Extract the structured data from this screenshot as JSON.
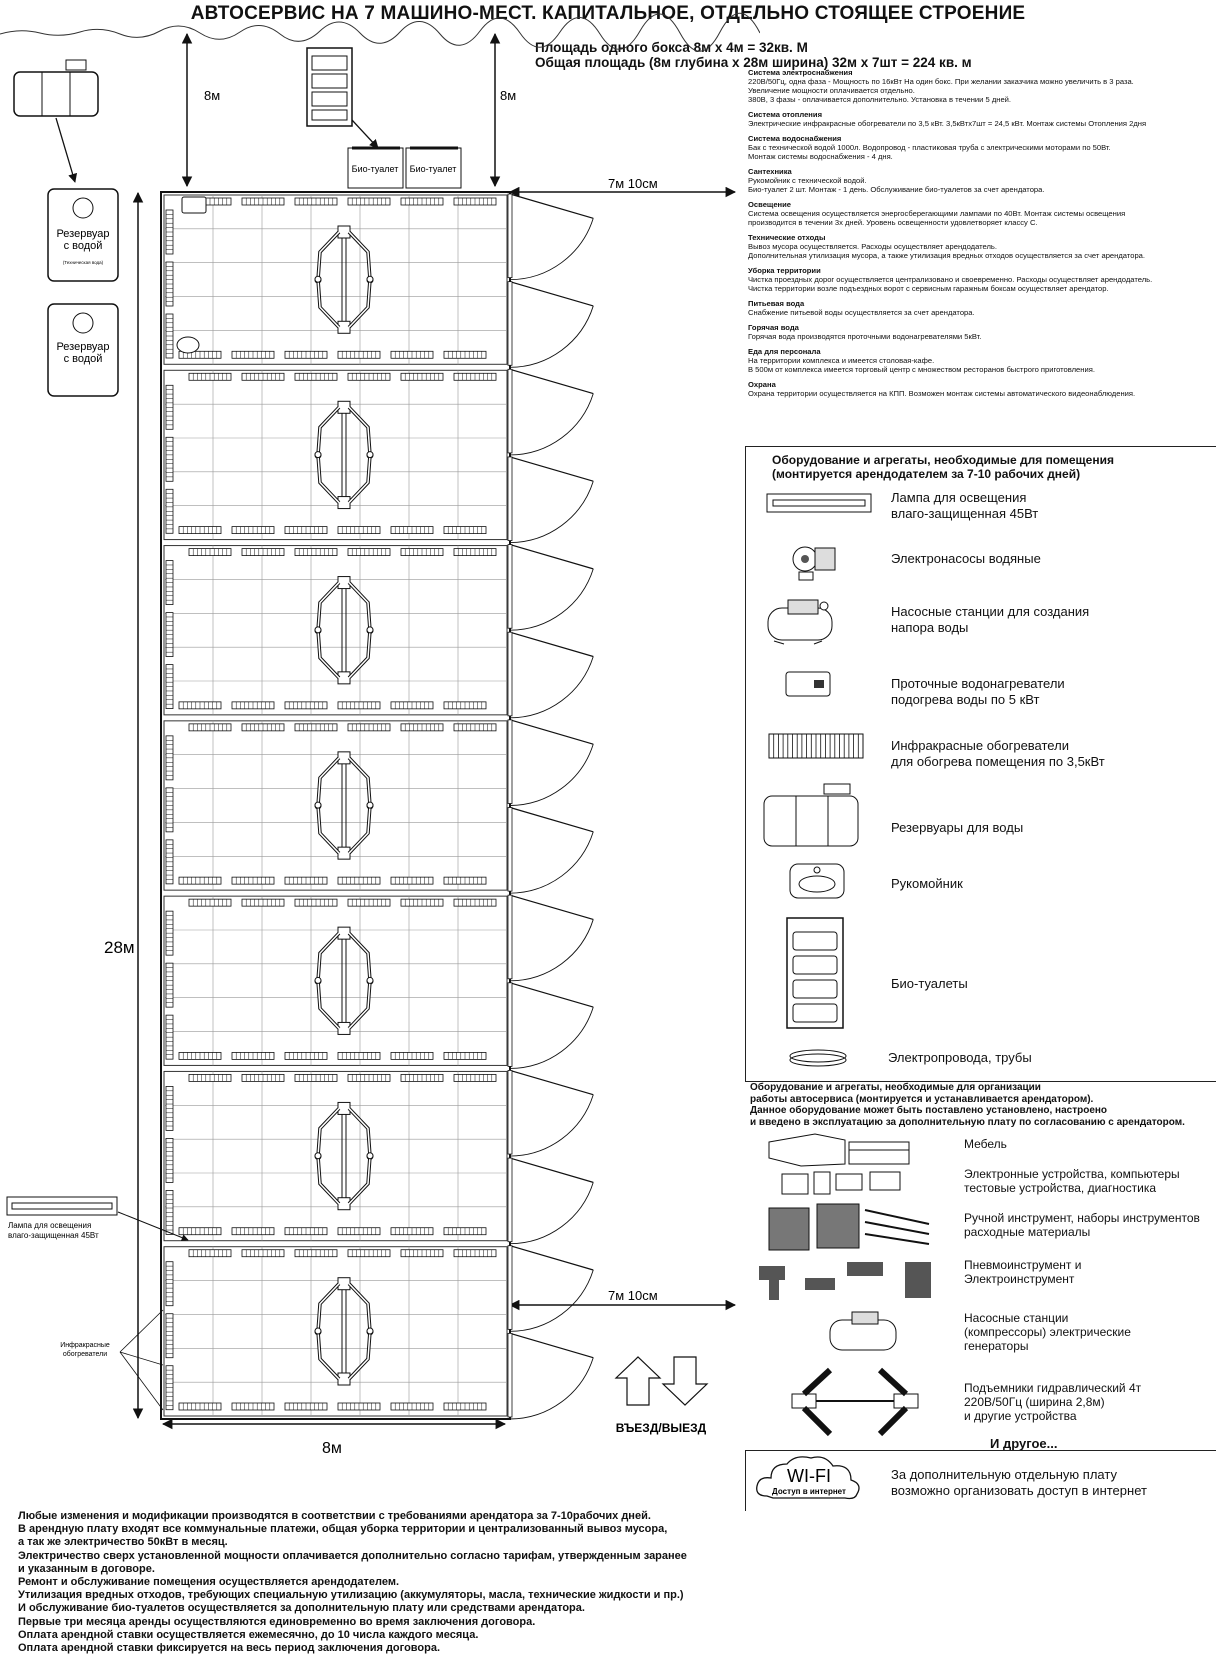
{
  "title": "АВТОСЕРВИС НА 7 МАШИНО-МЕСТ. КАПИТАЛЬНОЕ, ОТДЕЛЬНО СТОЯЩЕЕ СТРОЕНИЕ",
  "area": {
    "line1": "Площадь одного бокса 8м х 4м = 32кв. М",
    "line2": "Общая площадь (8м глубина х 28м ширина) 32м х 7шт = 224 кв. м"
  },
  "plan": {
    "dim_top_left": "8м",
    "dim_top_right": "8м",
    "dim_height": "28м",
    "dim_width": "8м",
    "dim_gap_top": "7м 10см",
    "dim_gap_bottom": "7м 10см",
    "toilet1": "Био-туалет",
    "toilet2": "Био-туалет",
    "reservoir1": "Резервуар\nс водой",
    "reservoir1_small": "(Техническая вода)",
    "reservoir2": "Резервуар\nс водой",
    "lamp_label": "Лампа для освещения\nвлаго-защищенная 45Вт",
    "heaters_label": "Инфракрасные\nобогреватели",
    "entry_exit": "ВЪЕЗД/ВЫЕЗД"
  },
  "specs": [
    {
      "heading": "Система электроснабжения",
      "text": "220В/50Гц, одна фаза - Мощность по 16кВт На один бокс. При желании заказчика можно увеличить в 3 раза.\nУвеличение мощности оплачивается отдельно.\n380В, 3 фазы - оплачивается дополнительно. Установка в течении 5 дней."
    },
    {
      "heading": "Система отопления",
      "text": "Электрические инфракрасные обогреватели по 3,5 кВт. 3,5кВтх7шт = 24,5 кВт. Монтаж системы Отопления 2дня"
    },
    {
      "heading": "Система водоснабжения",
      "text": "Бак с технической водой 1000л. Водопровод - пластиковая труба с электрическими моторами по 50Вт.\nМонтаж системы водоснабжения - 4 дня."
    },
    {
      "heading": "Сантехника",
      "text": "Рукомойник с технической водой.\nБио-туалет 2 шт. Монтаж - 1 день. Обслуживание био-туалетов за счет арендатора."
    },
    {
      "heading": "Освещение",
      "text": "Система освещения осуществляется энергосберегающими лампами по 40Вт. Монтаж системы освещения\nпроизводится в течении 3х дней. Уровень освещенности удовлетворяет классу С."
    },
    {
      "heading": "Технические отходы",
      "text": "Вывоз мусора осуществляется. Расходы осуществляет арендодатель.\nДополнительная утилизация мусора, а также утилизация вредных отходов осуществляется за счет арендатора."
    },
    {
      "heading": "Уборка территории",
      "text": "Чистка проездных дорог осуществляется централизовано и своевременно. Расходы осуществляет арендодатель.\nЧистка территории возле подъездных ворот с сервисным гаражным боксам осуществляет арендатор."
    },
    {
      "heading": "Питьевая вода",
      "text": "Снабжение питьевой воды осуществляется за счет арендатора."
    },
    {
      "heading": "Горячая вода",
      "text": "Горячая вода производятся проточными водонагревателями 5кВт."
    },
    {
      "heading": "Еда для персонала",
      "text": "На территории комплекса и имеется столовая-кафе.\nВ 500м от  комплекса имеется торговый центр с множеством ресторанов быстрого приготовления."
    },
    {
      "heading": "Охрана",
      "text": "Охрана территории осуществляется на КПП. Возможен монтаж системы автоматического видеонаблюдения."
    }
  ],
  "equipment1": {
    "title": "Оборудование и агрегаты, необходимые для помещения\n(монтируется арендодателем за 7-10 рабочих дней)",
    "items": [
      {
        "label": "Лампа для освещения\nвлаго-защищенная 45Вт",
        "icon": "lamp-icon"
      },
      {
        "label": "Электронасосы водяные",
        "icon": "pump-icon"
      },
      {
        "label": "Насосные станции для создания\nнапора воды",
        "icon": "pump-station-icon"
      },
      {
        "label": "Проточные водонагреватели\nподогрева воды по 5 кВт",
        "icon": "water-heater-icon"
      },
      {
        "label": "Инфракрасные обогреватели\nдля обогрева помещения по 3,5кВт",
        "icon": "infrared-heater-icon"
      },
      {
        "label": "Резервуары для воды",
        "icon": "water-tank-icon"
      },
      {
        "label": "Рукомойник",
        "icon": "washbasin-icon"
      },
      {
        "label": "Био-туалеты",
        "icon": "bio-toilet-icon"
      },
      {
        "label": "Электропровода, трубы",
        "icon": "cables-icon"
      }
    ]
  },
  "equipment2": {
    "title": "Оборудование и агрегаты, необходимые для организации\nработы автосервиса (монтируется и устанавливается арендатором).\nДанное оборудование может быть поставлено установлено, настроено\nи введено в эксплуатацию за дополнительную плату по согласованию с арендатором.",
    "items": [
      {
        "label": "Мебель",
        "icon": "furniture-icon"
      },
      {
        "label": "Электронные устройства, компьютеры\nтестовые устройства, диагностика",
        "icon": "electronics-icon"
      },
      {
        "label": "Ручной инструмент, наборы инструментов\nрасходные материалы",
        "icon": "hand-tools-icon"
      },
      {
        "label": "Пневмоинструмент и\nЭлектроинструмент",
        "icon": "power-tools-icon"
      },
      {
        "label": "Насосные станции\n(компрессоры) электрические\nгенераторы",
        "icon": "compressor-icon"
      },
      {
        "label": "Подъемники гидравлический 4т\n220В/50Гц (ширина 2,8м)\nи другие устройства",
        "icon": "car-lift-icon"
      }
    ],
    "other": "И другое..."
  },
  "wifi": {
    "badge": "WI-FI",
    "badge_sub": "Доступ в интернет",
    "text": "За дополнительную отдельную плату\nвозможно организовать доступ в интернет"
  },
  "footer": [
    "Любые изменения и модификации производятся в соответствии с требованиями арендатора за 7-10рабочих дней.",
    "В арендную плату входят все коммунальные платежи, общая уборка территории и централизованный вывоз мусора,",
    "а так же электричество 50кВт в месяц.",
    "Электричество сверх установленной мощности оплачивается дополнительно согласно тарифам, утвержденным заранее",
    "и указанным в договоре.",
    "Ремонт и обслуживание помещения осуществляется арендодателем.",
    "Утилизация вредных отходов, требующих специальную утилизацию (аккумуляторы, масла, технические жидкости и пр.)",
    "И обслуживание био-туалетов осуществляется за дополнительную плату или средствами арендатора.",
    "Первые три месяца аренды осуществляются единовременно во время заключения договора.",
    "Оплата арендной ставки осуществляется ежемесячно, до 10 числа каждого месяца.",
    "Оплата арендной ставки фиксируется на весь период заключения договора."
  ]
}
